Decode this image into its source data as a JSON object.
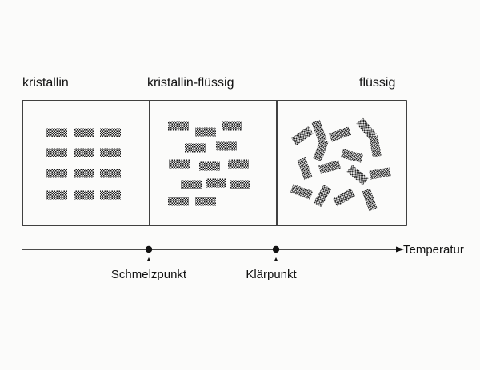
{
  "phases": [
    {
      "label": "kristallin"
    },
    {
      "label": "kristallin-flüssig"
    },
    {
      "label": "flüssig"
    }
  ],
  "axis": {
    "label": "Temperatur",
    "markers": [
      {
        "label": "Schmelzpunkt"
      },
      {
        "label": "Klärpunkt"
      }
    ]
  },
  "colors": {
    "ink": "#111111",
    "background": "#fbfbfa",
    "molecule_dot": "#1a1a1a"
  }
}
